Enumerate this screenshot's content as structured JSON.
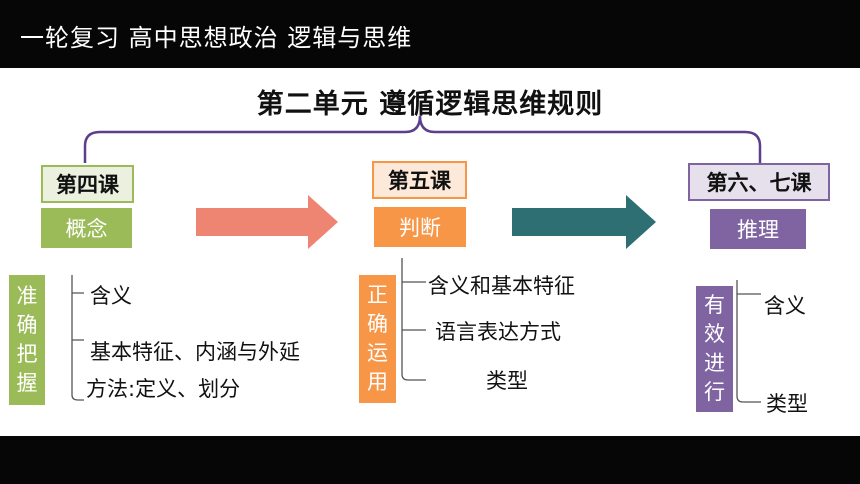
{
  "header": {
    "title": "一轮复习   高中思想政治   逻辑与思维"
  },
  "unit": {
    "title": "第二单元  遵循逻辑思维规则"
  },
  "lessons": [
    {
      "label": "第四课",
      "topic": "概念",
      "method": [
        "准",
        "确",
        "把",
        "握"
      ],
      "items": [
        "含义",
        "基本特征、内涵与外延",
        "方法:定义、划分"
      ]
    },
    {
      "label": "第五课",
      "topic": "判断",
      "method": [
        "正",
        "确",
        "运",
        "用"
      ],
      "items": [
        "含义和基本特征",
        "语言表达方式",
        "类型"
      ]
    },
    {
      "label": "第六、七课",
      "topic": "推理",
      "method": [
        "有",
        "效",
        "进",
        "行"
      ],
      "items": [
        "含义",
        "类型"
      ]
    }
  ],
  "colors": {
    "lesson1_topic": "#9BBB59",
    "lesson1_label_bg": "#EBF1DE",
    "lesson1_label_border": "#9BBB59",
    "lesson2_topic": "#F79646",
    "lesson2_label_bg": "#FDE9D9",
    "lesson3_topic": "#8064A2",
    "lesson3_label_bg": "#E5E0EC",
    "brace": "#5B3E8E",
    "arrow1": "#EE8572",
    "arrow2": "#2E6F74"
  }
}
